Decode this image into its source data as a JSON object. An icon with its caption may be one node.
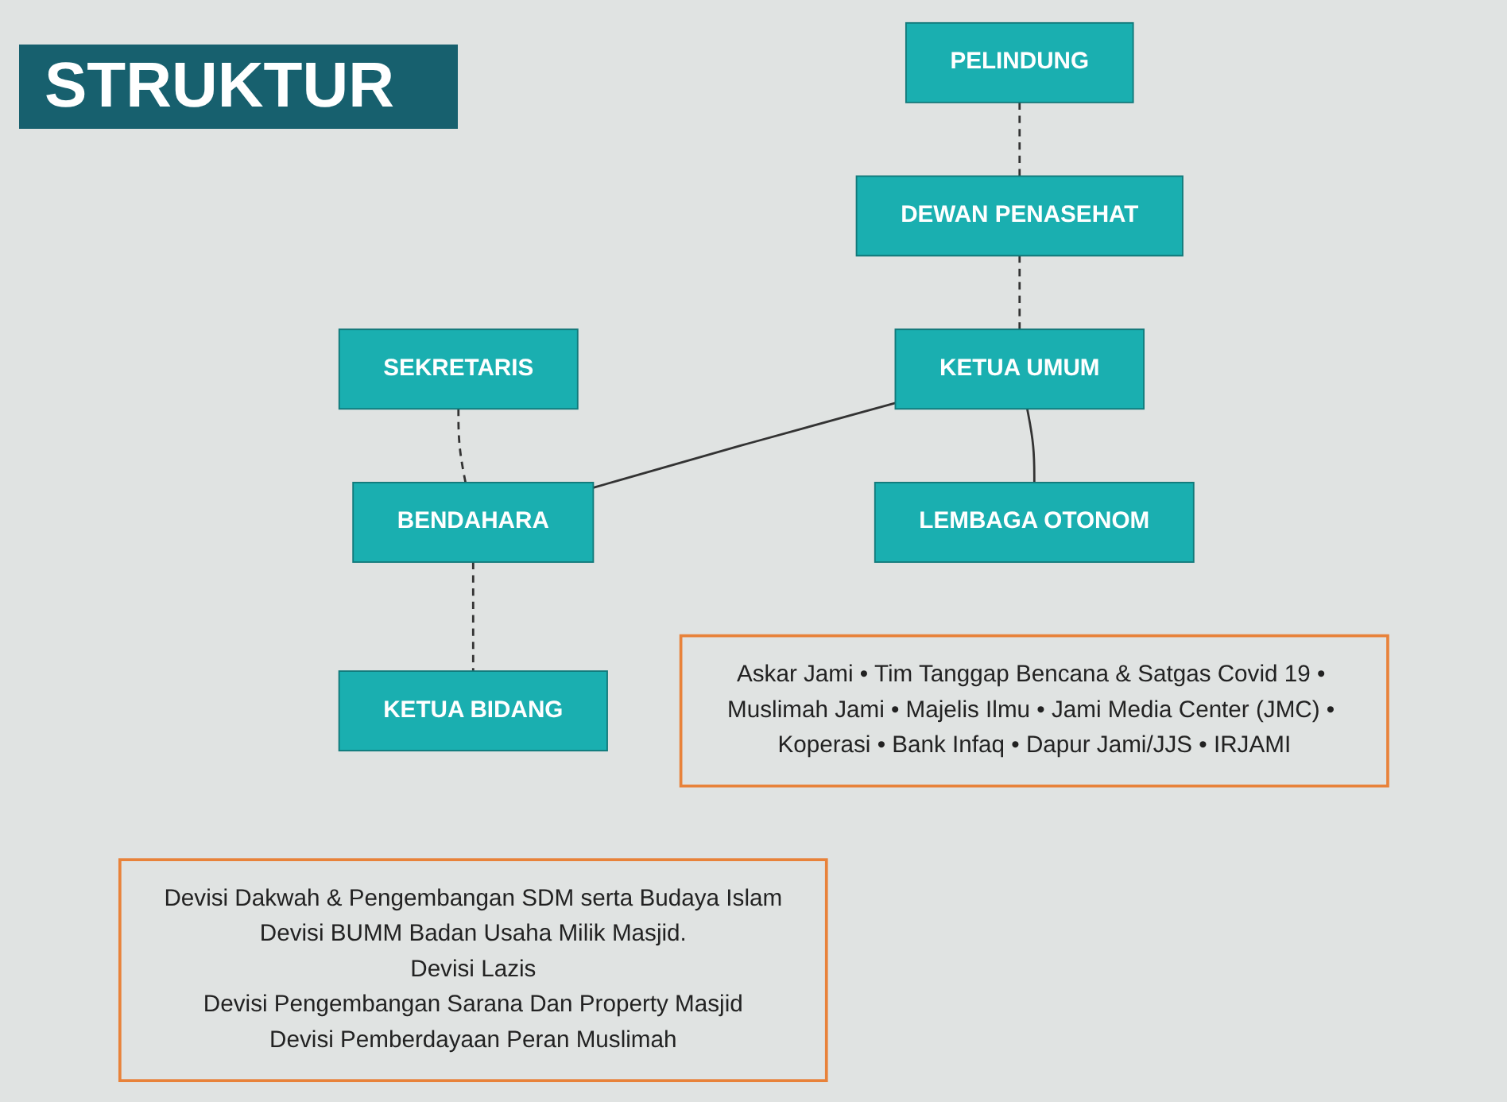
{
  "diagram": {
    "title": "STRUKTUR",
    "nodes": [
      {
        "text": [
          "PELINDUNG"
        ]
      },
      {
        "text": [
          "DEWAN PENASEHAT"
        ]
      },
      {
        "text": [
          "KETUA UMUM"
        ]
      },
      {
        "text": [
          "SEKRETARIS"
        ]
      },
      {
        "text": [
          "BENDAHARA"
        ]
      },
      {
        "text": [
          "KETUA BIDANG"
        ]
      },
      {
        "text": [
          "Devisi Dakwah & Pengembangan SDM serta Budaya Islam",
          "Devisi BUMM Badan Usaha Milik Masjid.",
          "Devisi Lazis",
          "Devisi Pengembangan Sarana Dan Property Masjid",
          "Devisi Pemberdayaan Peran Muslimah"
        ]
      },
      {
        "text": [
          "LEMBAGA OTONOM"
        ]
      },
      {
        "text": [
          "Askar Jami • Tim Tanggap Bencana & Satgas Covid 19 • Muslimah Jami • Majelis Ilmu • Jami Media Center (JMC) • Koperasi • Bank Infaq • Dapur Jami/JJS • IRJAMI"
        ]
      }
    ],
    "edges": [
      {
        "from": 0,
        "to": 1,
        "arrow": "none",
        "style": "dashed"
      },
      {
        "from": 1,
        "to": 2,
        "arrow": "none",
        "style": "dashed"
      },
      {
        "from": 2,
        "to": 4,
        "arrow": "none"
      },
      {
        "from": 3,
        "to": 4,
        "arrow": "none",
        "style": "dashed"
      },
      {
        "from": 4,
        "to": 5,
        "arrow": "none",
        "style": "dashed"
      },
      {
        "from": 2,
        "to": 7,
        "arrow": "none"
      }
    ]
  }
}
